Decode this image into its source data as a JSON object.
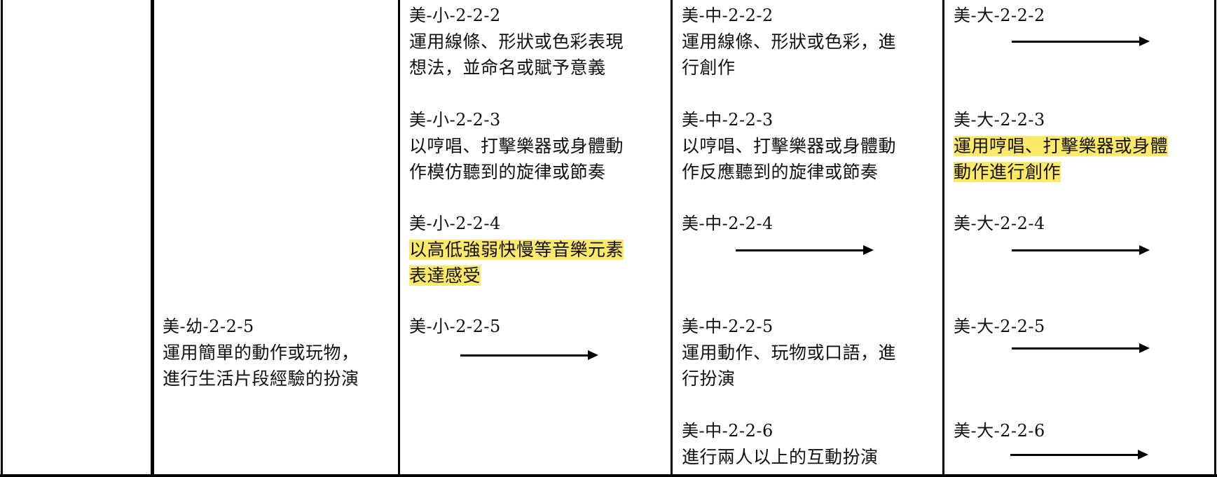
{
  "table": {
    "columns": {
      "col1": {
        "entries": []
      },
      "kindergarten": {
        "entries": [
          {
            "code": "美-幼-2-2-5",
            "description": "運用簡單的動作或玩物，\n進行生活片段經驗的扮演",
            "highlighted": false
          }
        ]
      },
      "small": {
        "entries": [
          {
            "code": "美-小-2-2-2",
            "description": "運用線條、形狀或色彩表現\n想法，並命名或賦予意義",
            "highlighted": false
          },
          {
            "code": "美-小-2-2-3",
            "description": "以哼唱、打擊樂器或身體動\n作模仿聽到的旋律或節奏",
            "highlighted": false
          },
          {
            "code": "美-小-2-2-4",
            "description": "以高低強弱快慢等音樂元素\n表達感受",
            "highlighted": true
          },
          {
            "code": "美-小-2-2-5",
            "description": "",
            "arrow": "same-as-previous",
            "highlighted": false
          }
        ]
      },
      "middle": {
        "entries": [
          {
            "code": "美-中-2-2-2",
            "description": "運用線條、形狀或色彩，進\n行創作",
            "highlighted": false
          },
          {
            "code": "美-中-2-2-3",
            "description": "以哼唱、打擊樂器或身體動\n作反應聽到的旋律或節奏",
            "highlighted": false
          },
          {
            "code": "美-中-2-2-4",
            "description": "",
            "arrow": "same-as-previous",
            "highlighted": false
          },
          {
            "code": "美-中-2-2-5",
            "description": "運用動作、玩物或口語，進\n行扮演",
            "highlighted": false
          },
          {
            "code": "美-中-2-2-6",
            "description": "進行兩人以上的互動扮演",
            "highlighted": false
          }
        ]
      },
      "large": {
        "entries": [
          {
            "code": "美-大-2-2-2",
            "description": "",
            "arrow": "same-as-previous",
            "highlighted": false
          },
          {
            "code": "美-大-2-2-3",
            "description": "運用哼唱、打擊樂器或身體\n動作進行創作",
            "highlighted": true
          },
          {
            "code": "美-大-2-2-4",
            "description": "",
            "arrow": "same-as-previous",
            "highlighted": false
          },
          {
            "code": "美-大-2-2-5",
            "description": "",
            "arrow": "same-as-previous",
            "highlighted": false
          },
          {
            "code": "美-大-2-2-6",
            "description": "",
            "arrow": "same-as-previous",
            "highlighted": false
          }
        ]
      }
    },
    "colors": {
      "highlight": "#fde968",
      "border": "#000000"
    },
    "icons": {
      "arrow": "right-arrow-icon"
    }
  }
}
